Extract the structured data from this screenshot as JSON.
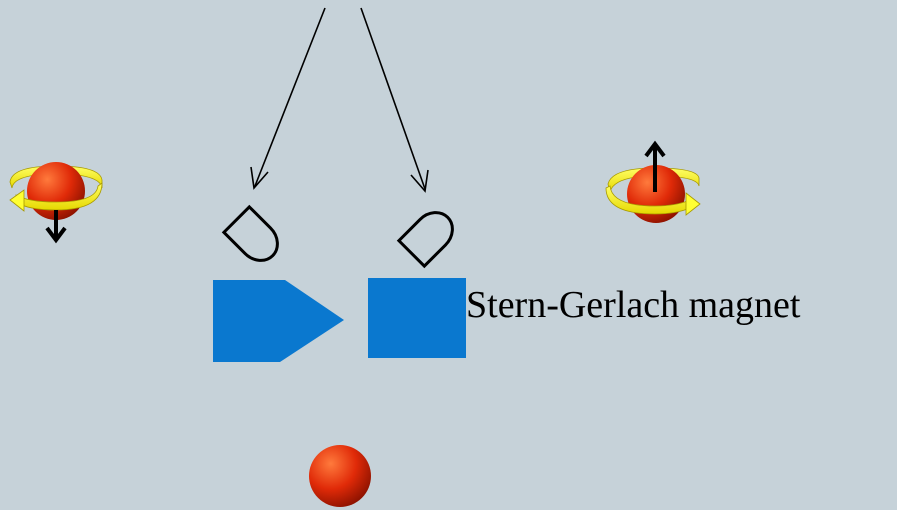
{
  "diagram": {
    "magnet_label": "Stern-Gerlach magnet"
  },
  "colors": {
    "background": "#c6d2d9",
    "magnet": "#0a78cf",
    "atom": "#e02a08",
    "spin_ring": "#ffff33",
    "arrow": "#000000"
  },
  "icons": {
    "atom": "red-sphere",
    "spin_ring": "yellow-rotation-ring",
    "spin_arrow": "black-arrow",
    "detector": "d-shaped-outline"
  }
}
